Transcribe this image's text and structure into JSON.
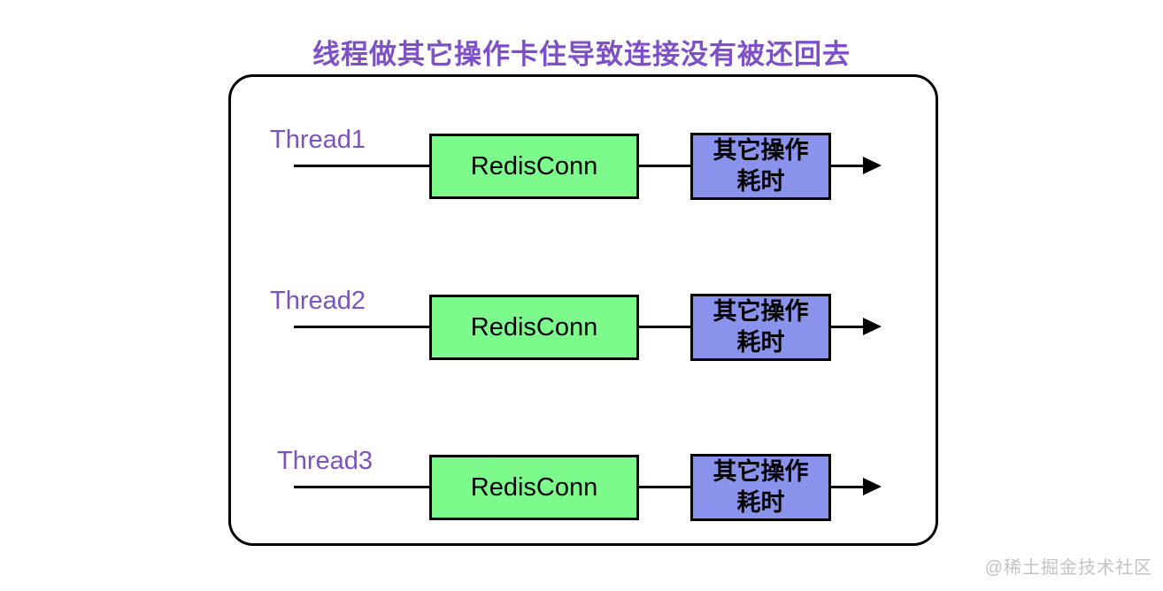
{
  "title": "线程做其它操作卡住导致连接没有被还回去",
  "watermark": "@稀土掘金技术社区",
  "colors": {
    "title_text": "#7D50C8",
    "thread_label_text": "#7A54BE",
    "conn_box_fill": "#7CFA8C",
    "op_box_fill": "#8A93EC",
    "line": "#000000",
    "watermark_text": "#C3C3C3"
  },
  "rows": [
    {
      "thread": "Thread1",
      "conn": "RedisConn",
      "op_line1": "其它操作",
      "op_line2": "耗时"
    },
    {
      "thread": "Thread2",
      "conn": "RedisConn",
      "op_line1": "其它操作",
      "op_line2": "耗时"
    },
    {
      "thread": "Thread3",
      "conn": "RedisConn",
      "op_line1": "其它操作",
      "op_line2": "耗时"
    }
  ]
}
